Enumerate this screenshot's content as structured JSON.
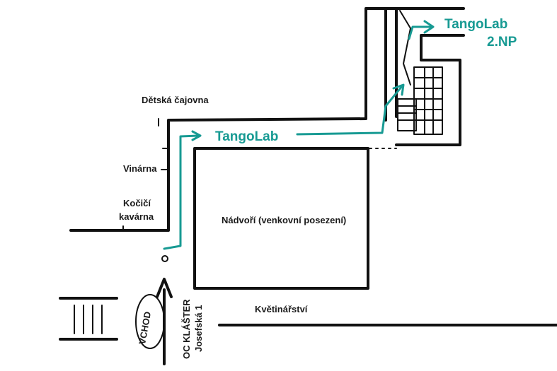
{
  "map": {
    "labels": {
      "tangolab_top": "TangoLab",
      "tangolab_floor": "2.NP",
      "tangolab_main": "TangoLab",
      "detska_cajovna": "Dětská čajovna",
      "vinarna": "Vinárna",
      "kocici_line1": "Kočičí",
      "kocici_line2": "kavárna",
      "nadvori": "Nádvoří (venkovní posezení)",
      "kvetinarstvi": "Květinářství",
      "vchod": "VCHOD",
      "oc_klaster": "OC KLÁŠTER",
      "josefska": "Josefská 1"
    },
    "colors": {
      "ink": "#111111",
      "route": "#179a93",
      "background": "#ffffff"
    }
  }
}
